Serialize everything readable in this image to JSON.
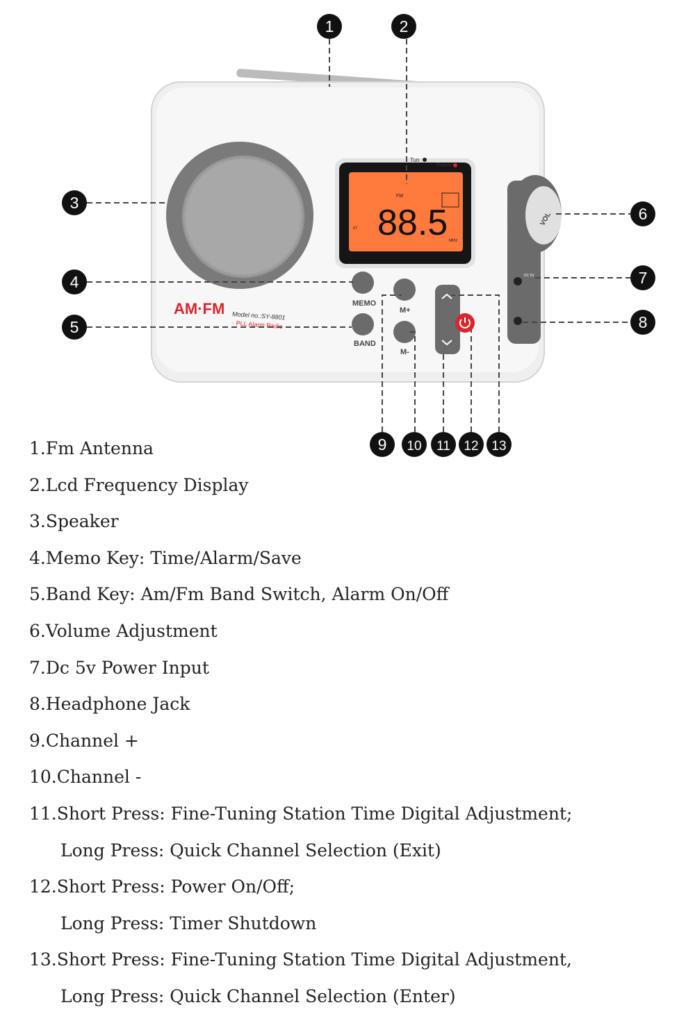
{
  "radio": {
    "brand": "AM·FM",
    "model": "Model no.:SY-8801",
    "subtitle": "· PLL Alarm Radio",
    "display": {
      "band": "FM",
      "frequency": "88.5",
      "unit": "MHz",
      "st": "ST"
    },
    "indicators": {
      "tun": "Tun",
      "power": "Power"
    },
    "buttons": {
      "memo": "MEMO",
      "band": "BAND",
      "mplus": "M+",
      "mminus": "M-"
    },
    "knob": "VOL",
    "jacks": {
      "dc": "DC 5V"
    }
  },
  "callouts": [
    "1",
    "2",
    "3",
    "4",
    "5",
    "6",
    "7",
    "8",
    "9",
    "10",
    "11",
    "12",
    "13"
  ],
  "colors": {
    "accent_red": "#d8262c",
    "lcd": "#ff7a3c",
    "body": "#f0f0f0",
    "dark_gray": "#6b6b6b"
  },
  "features": [
    "1.Fm Antenna",
    "2.Lcd Frequency Display",
    "3.Speaker",
    "4.Memo Key: Time/Alarm/Save",
    "5.Band Key: Am/Fm Band Switch, Alarm On/Off",
    "6.Volume Adjustment",
    "7.Dc 5v Power Input",
    "8.Headphone Jack",
    "9.Channel +",
    "10.Channel -",
    "11.Short Press: Fine-Tuning Station Time Digital Adjustment;",
    "Long Press: Quick Channel Selection (Exit)",
    "12.Short Press: Power On/Off;",
    "Long Press: Timer Shutdown",
    "13.Short Press: Fine-Tuning Station Time Digital Adjustment,",
    "Long Press: Quick Channel Selection (Enter)"
  ]
}
